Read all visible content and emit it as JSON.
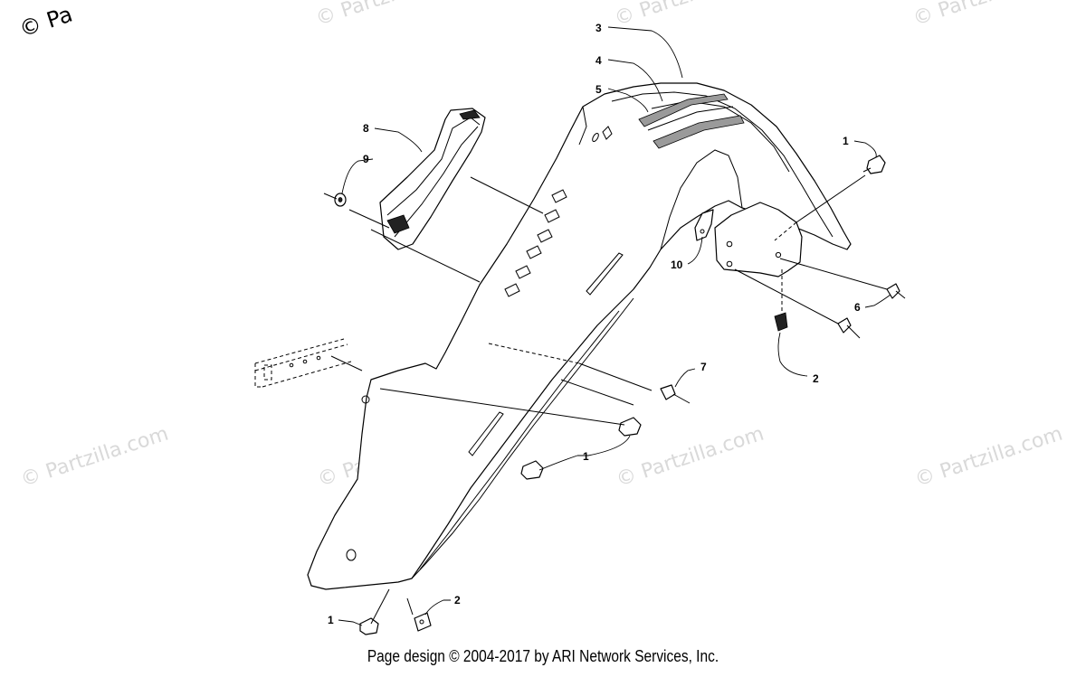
{
  "watermark": {
    "corner_text": "© Pa",
    "text": "© Partzilla.com"
  },
  "callouts": [
    {
      "id": "c3",
      "label": "3"
    },
    {
      "id": "c4",
      "label": "4"
    },
    {
      "id": "c5",
      "label": "5"
    },
    {
      "id": "c8",
      "label": "8"
    },
    {
      "id": "c9",
      "label": "9"
    },
    {
      "id": "c1a",
      "label": "1"
    },
    {
      "id": "c10",
      "label": "10"
    },
    {
      "id": "c6",
      "label": "6"
    },
    {
      "id": "c2a",
      "label": "2"
    },
    {
      "id": "c7",
      "label": "7"
    },
    {
      "id": "c1b",
      "label": "1"
    },
    {
      "id": "c1c",
      "label": "1"
    },
    {
      "id": "c2b",
      "label": "2"
    }
  ],
  "footer": {
    "text": "Page design © 2004-2017 by ARI Network Services, Inc."
  }
}
